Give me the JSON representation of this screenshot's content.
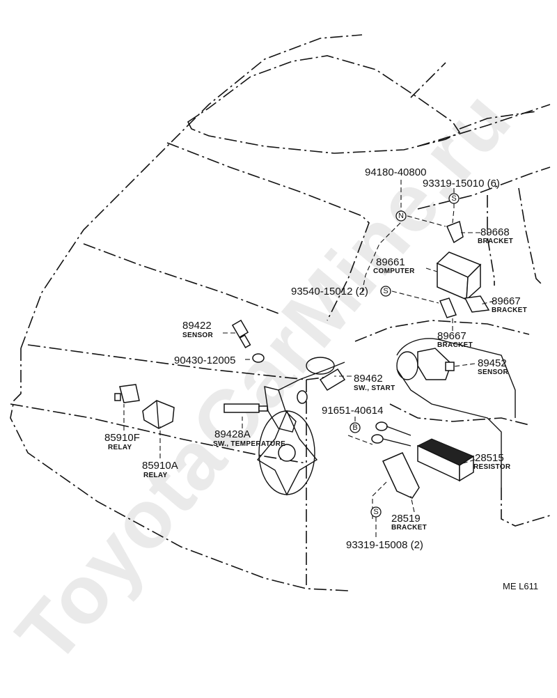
{
  "watermark": "ToyotaCarMine.ru",
  "drawing_code": "ME  L611",
  "parts": [
    {
      "pn": "94180-40800",
      "desc": ""
    },
    {
      "pn": "93319-15010 (6)",
      "desc": ""
    },
    {
      "pn": "89668",
      "desc": "BRACKET"
    },
    {
      "pn": "89661",
      "desc": "COMPUTER"
    },
    {
      "pn": "93540-15012 (2)",
      "desc": ""
    },
    {
      "pn": "89667",
      "desc": "BRACKET"
    },
    {
      "pn": "89667",
      "desc": "BRACKET"
    },
    {
      "pn": "89422",
      "desc": "SENSOR"
    },
    {
      "pn": "90430-12005",
      "desc": ""
    },
    {
      "pn": "89452",
      "desc": "SENSOR"
    },
    {
      "pn": "89462",
      "desc": "SW., START"
    },
    {
      "pn": "91651-40614",
      "desc": ""
    },
    {
      "pn": "89428A",
      "desc": "SW., TEMPERATURE"
    },
    {
      "pn": "85910F",
      "desc": "RELAY"
    },
    {
      "pn": "85910A",
      "desc": "RELAY"
    },
    {
      "pn": "28515",
      "desc": "RESISTOR"
    },
    {
      "pn": "28519",
      "desc": "BRACKET"
    },
    {
      "pn": "93319-15008 (2)",
      "desc": ""
    }
  ],
  "markers": [
    "N",
    "S",
    "S",
    "B",
    "S"
  ]
}
